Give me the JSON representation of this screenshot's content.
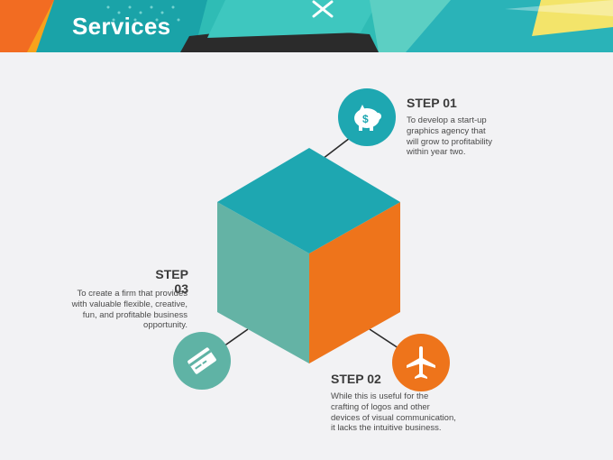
{
  "header": {
    "title": "Services"
  },
  "steps": [
    {
      "id": "step-01",
      "title": "STEP 01",
      "icon": "piggy-bank-icon",
      "color": "#1ea7b1",
      "lines": [
        "To develop a start-up",
        "graphics agency that",
        "will grow to profitability",
        "within year two."
      ]
    },
    {
      "id": "step-02",
      "title": "STEP 02",
      "icon": "airplane-icon",
      "color": "#ee741b",
      "lines": [
        "While this is useful for the",
        "crafting of logos and other",
        "devices of visual communication,",
        "it lacks the intuitive business."
      ]
    },
    {
      "id": "step-03",
      "title": "STEP 03",
      "icon": "credit-card-icon",
      "color": "#5fb3a5",
      "lines": [
        "To create a firm that provides",
        "with valuable flexible, creative,",
        "fun, and profitable business",
        "opportunity."
      ]
    }
  ],
  "colors": {
    "cube_top": "#1ea7b1",
    "cube_left": "#64b3a5",
    "cube_right": "#ee741b",
    "background": "#f2f2f4"
  }
}
